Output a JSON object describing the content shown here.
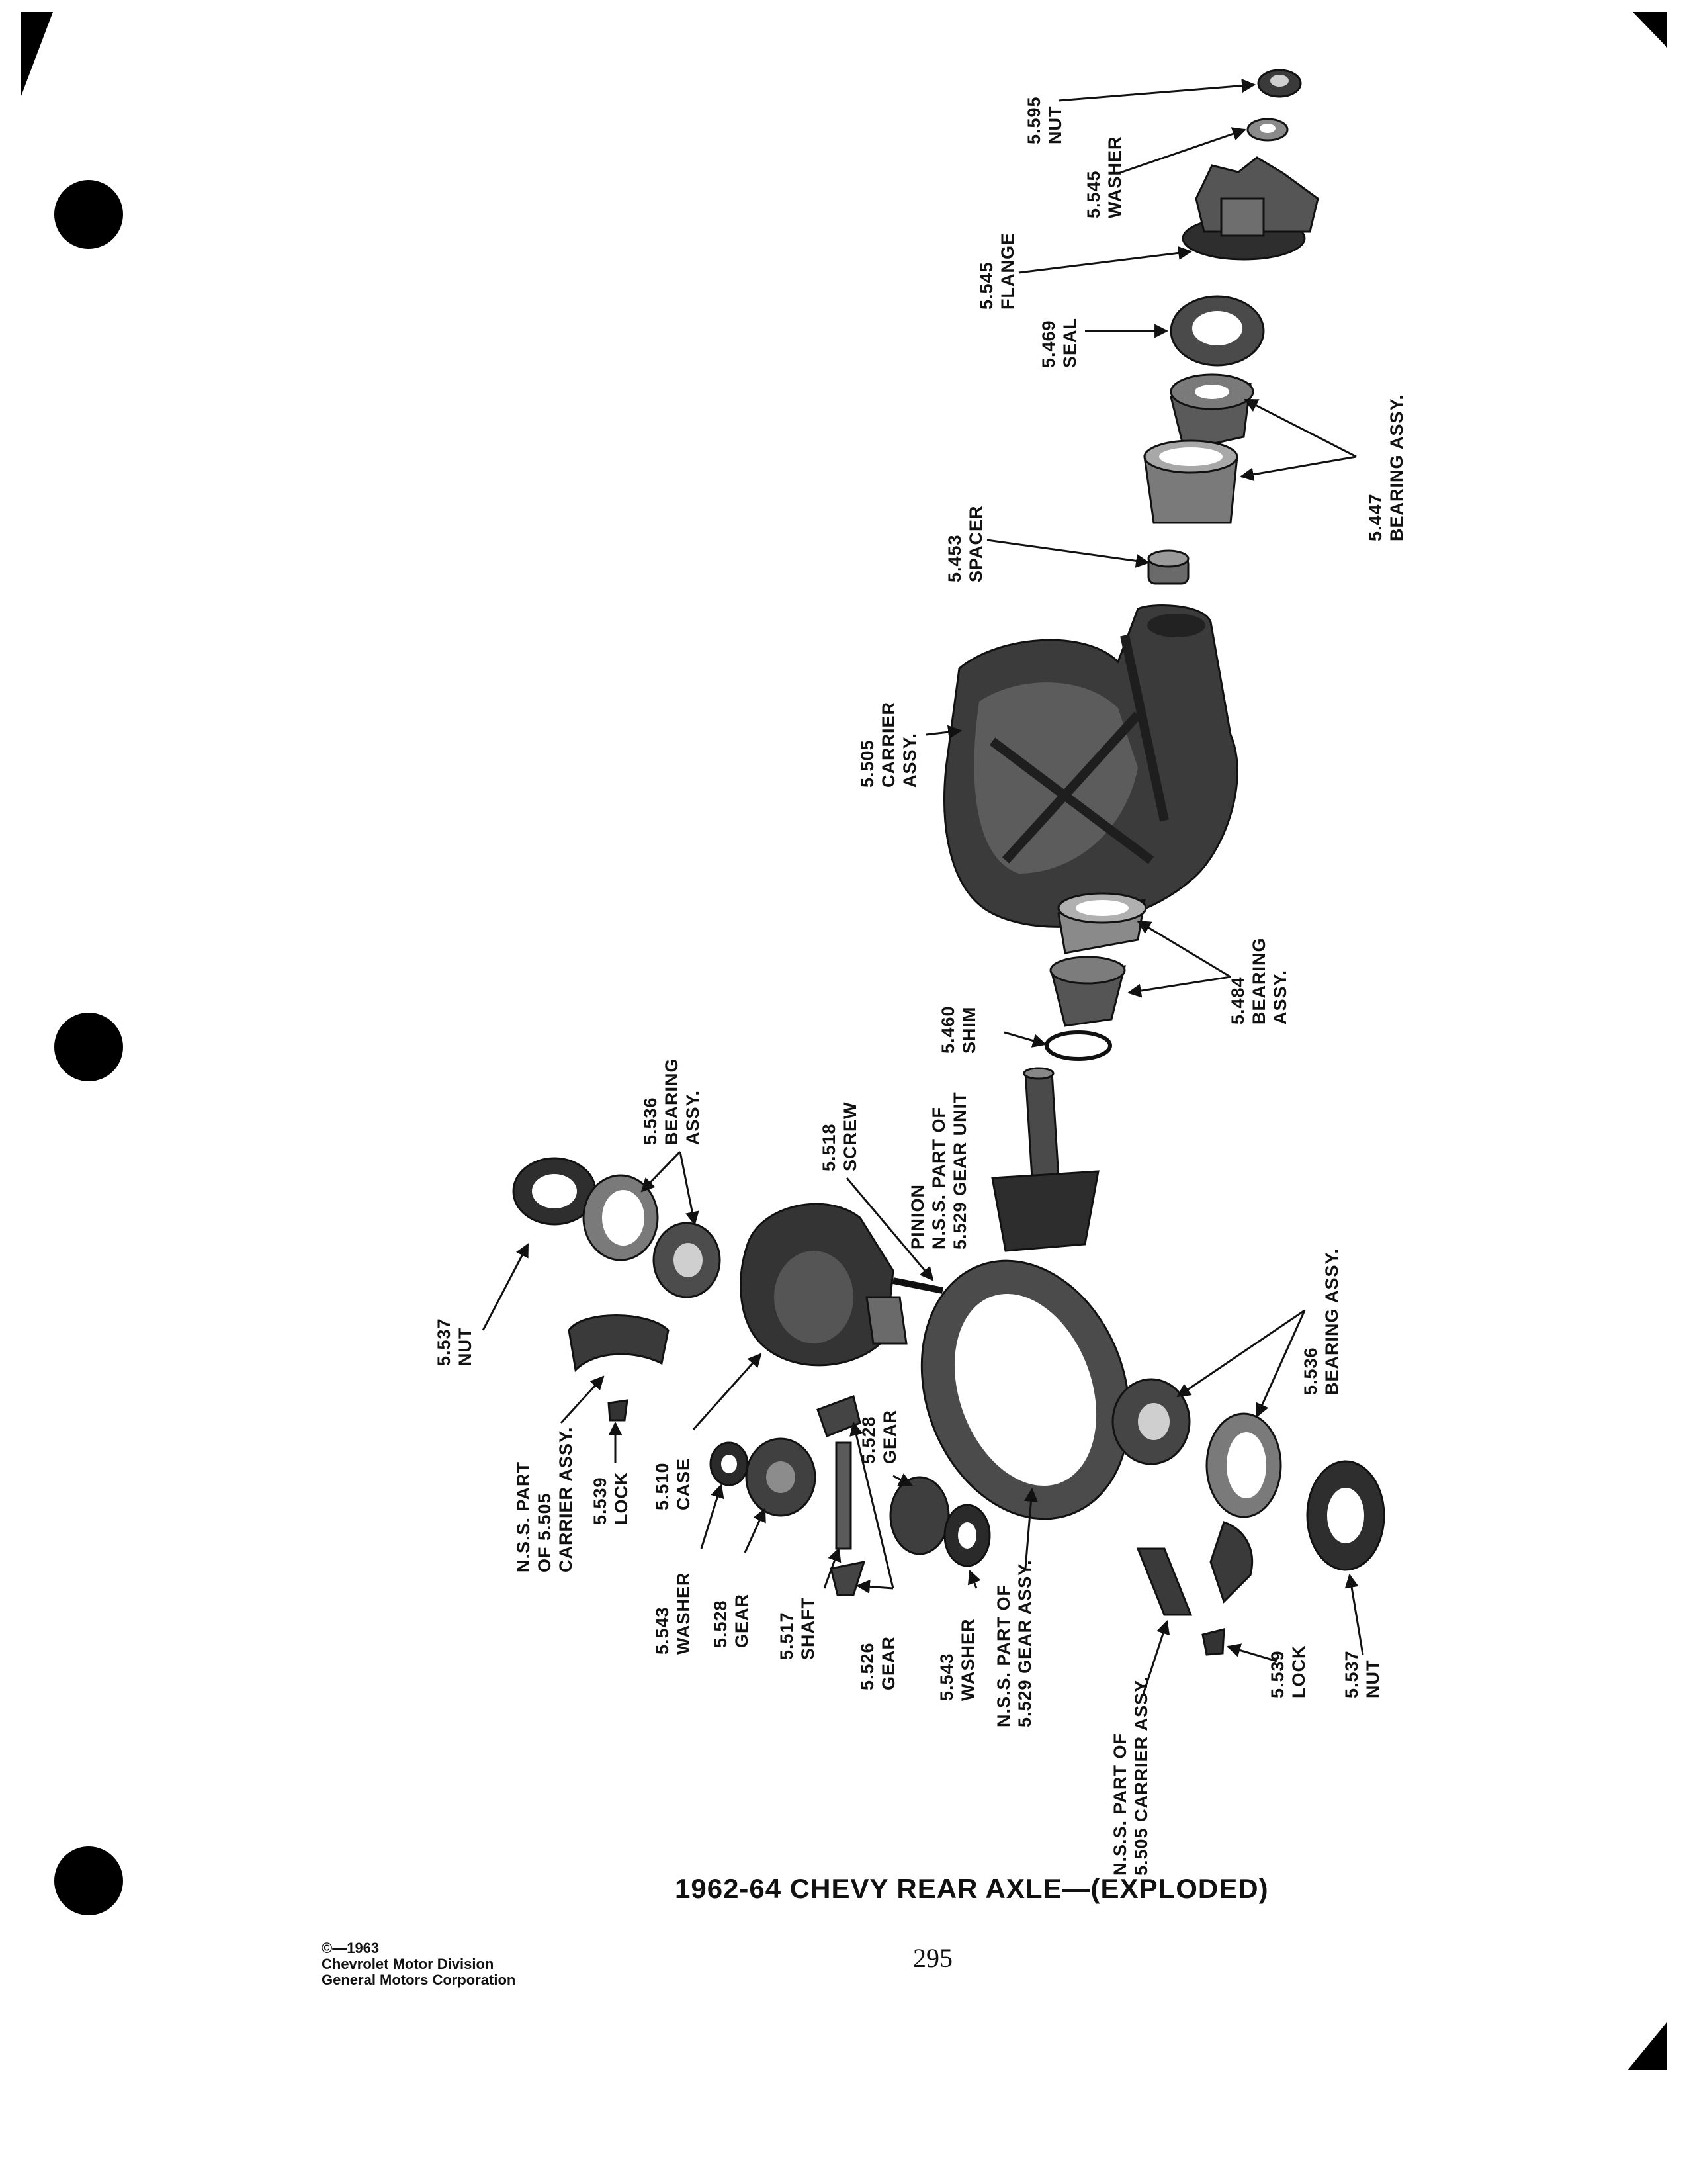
{
  "page": {
    "title": "1962-64 CHEVY REAR AXLE—(EXPLODED)",
    "page_number": "295",
    "copyright_lines": [
      "©—1963",
      "Chevrolet Motor Division",
      "General Motors Corporation"
    ]
  },
  "callouts": [
    {
      "id": "c1",
      "lines": [
        "5.595",
        "NUT"
      ]
    },
    {
      "id": "c2",
      "lines": [
        "5.545",
        "WASHER"
      ]
    },
    {
      "id": "c3",
      "lines": [
        "5.545",
        "FLANGE"
      ]
    },
    {
      "id": "c4",
      "lines": [
        "5.469",
        "SEAL"
      ]
    },
    {
      "id": "c5",
      "lines": [
        "5.447",
        "BEARING ASSY."
      ]
    },
    {
      "id": "c6",
      "lines": [
        "5.453",
        "SPACER"
      ]
    },
    {
      "id": "c7",
      "lines": [
        "5.505",
        "CARRIER",
        "ASSY."
      ]
    },
    {
      "id": "c8",
      "lines": [
        "5.484",
        "BEARING",
        "ASSY."
      ]
    },
    {
      "id": "c9",
      "lines": [
        "5.460",
        "SHIM"
      ]
    },
    {
      "id": "c10",
      "lines": [
        "PINION",
        "N.S.S. PART OF",
        "5.529 GEAR UNIT"
      ]
    },
    {
      "id": "c11",
      "lines": [
        "5.518",
        "SCREW"
      ]
    },
    {
      "id": "c12",
      "lines": [
        "5.536",
        "BEARING",
        "ASSY."
      ]
    },
    {
      "id": "c13",
      "lines": [
        "5.537",
        "NUT"
      ]
    },
    {
      "id": "c14",
      "lines": [
        "N.S.S. PART",
        "OF 5.505",
        "CARRIER ASSY."
      ]
    },
    {
      "id": "c15",
      "lines": [
        "5.539",
        "LOCK"
      ]
    },
    {
      "id": "c16",
      "lines": [
        "5.510",
        "CASE"
      ]
    },
    {
      "id": "c17",
      "lines": [
        "5.543",
        "WASHER"
      ]
    },
    {
      "id": "c18",
      "lines": [
        "5.528",
        "GEAR"
      ]
    },
    {
      "id": "c19",
      "lines": [
        "5.517",
        "SHAFT"
      ]
    },
    {
      "id": "c20",
      "lines": [
        "5.528",
        "GEAR"
      ]
    },
    {
      "id": "c21",
      "lines": [
        "5.526",
        "GEAR"
      ]
    },
    {
      "id": "c22",
      "lines": [
        "5.543",
        "WASHER"
      ]
    },
    {
      "id": "c23",
      "lines": [
        "N.S.S. PART OF",
        "5.529 GEAR ASSY."
      ]
    },
    {
      "id": "c24",
      "lines": [
        "5.536",
        "BEARING ASSY."
      ]
    },
    {
      "id": "c25",
      "lines": [
        "N.S.S. PART OF",
        "5.505 CARRIER ASSY."
      ]
    },
    {
      "id": "c26",
      "lines": [
        "5.539",
        "LOCK"
      ]
    },
    {
      "id": "c27",
      "lines": [
        "5.537",
        "NUT"
      ]
    }
  ]
}
